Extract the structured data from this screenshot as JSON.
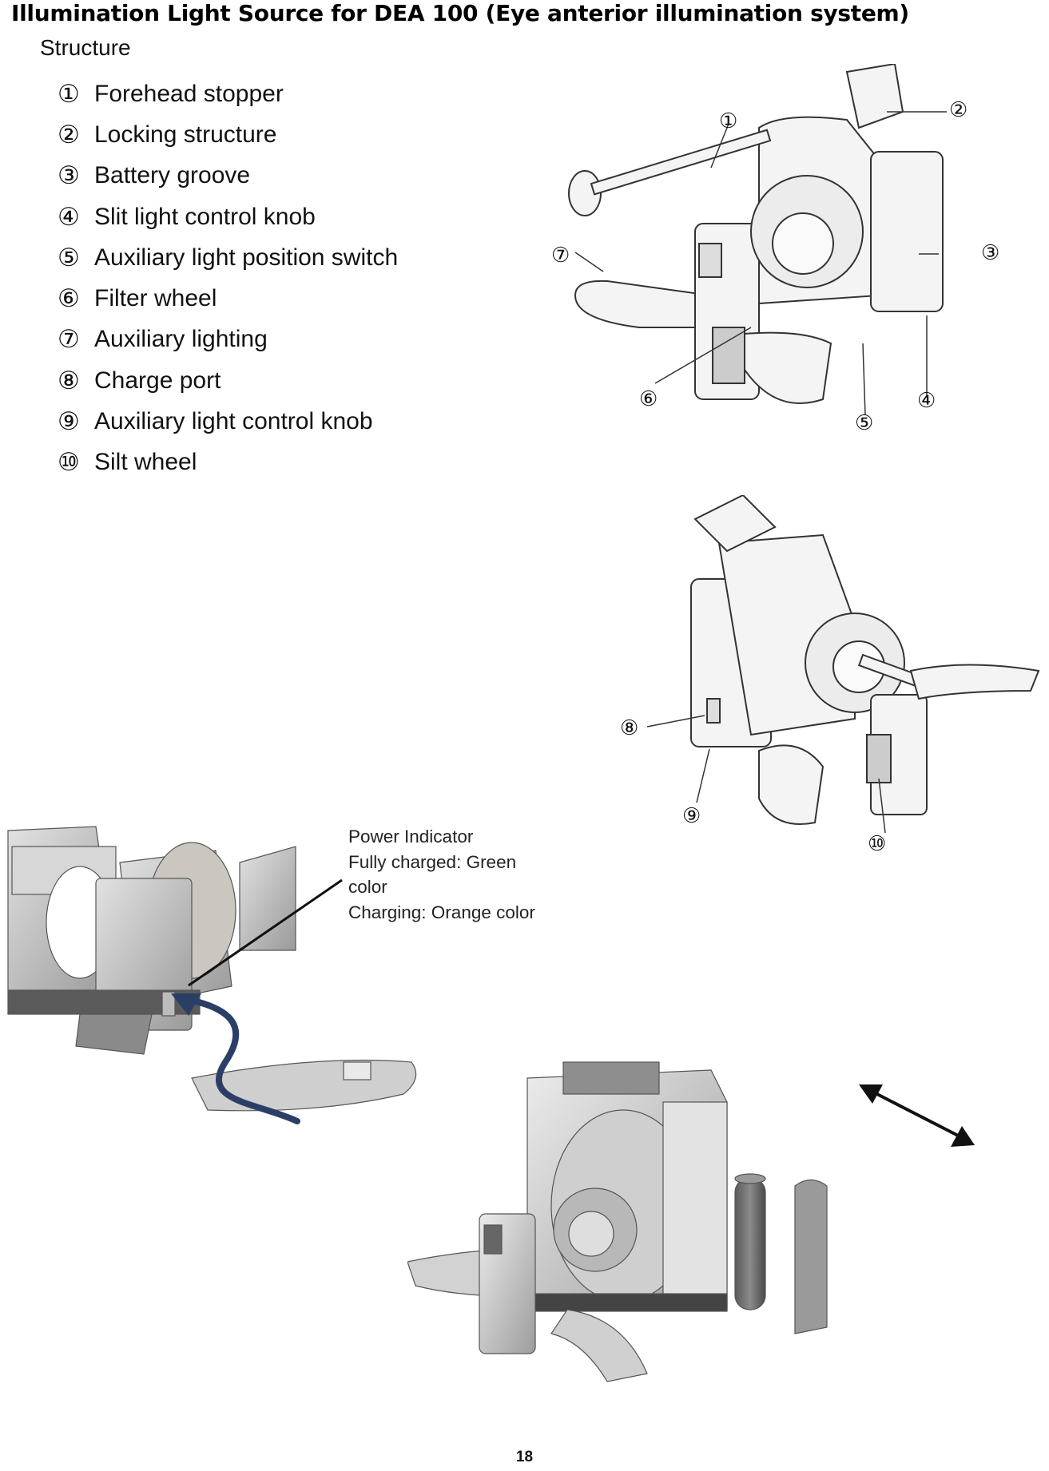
{
  "title": "Illumination Light Source for DEA 100 (Eye anterior illumination system)",
  "subtitle": "Structure",
  "parts": [
    {
      "num": "①",
      "label": "Forehead stopper"
    },
    {
      "num": "②",
      "label": "Locking structure"
    },
    {
      "num": "③",
      "label": "Battery groove"
    },
    {
      "num": "④",
      "label": "Slit light control knob"
    },
    {
      "num": "⑤",
      "label": "Auxiliary light position switch"
    },
    {
      "num": "⑥",
      "label": "Filter wheel"
    },
    {
      "num": "⑦",
      "label": "Auxiliary lighting"
    },
    {
      "num": "⑧",
      "label": "Charge port"
    },
    {
      "num": "⑨",
      "label": "Auxiliary light control knob"
    },
    {
      "num": "⑩",
      "label": "Silt wheel"
    }
  ],
  "figure1": {
    "callouts": [
      "①",
      "②",
      "③",
      "④",
      "⑤",
      "⑥",
      "⑦"
    ]
  },
  "figure2": {
    "callouts": [
      "⑧",
      "⑨",
      "⑩"
    ]
  },
  "power_indicator": {
    "lines": [
      "Power Indicator",
      "Fully charged: Green",
      "color",
      "Charging: Orange color"
    ]
  },
  "page_number": "18"
}
